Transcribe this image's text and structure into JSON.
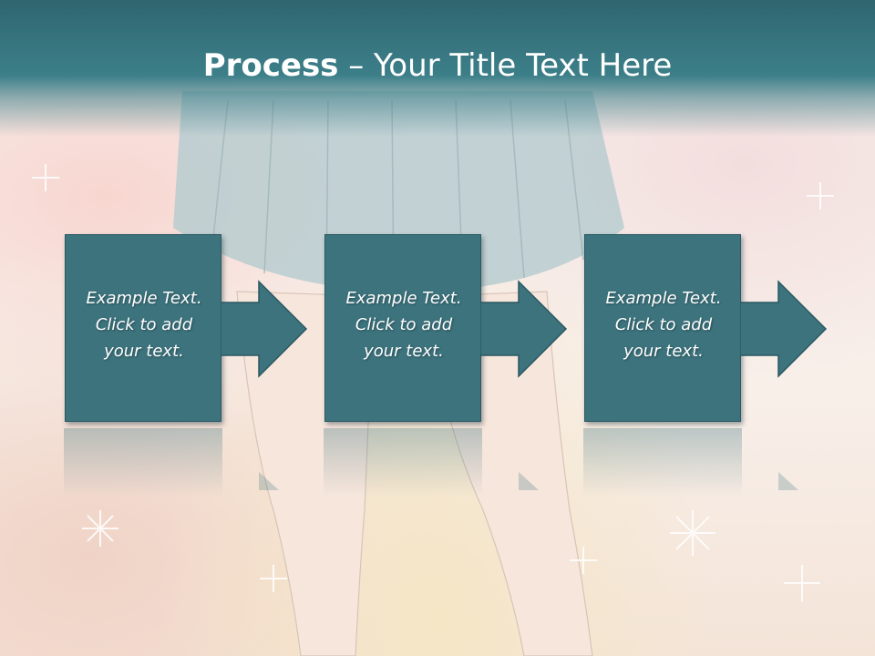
{
  "slide": {
    "title_bold": "Process",
    "title_rest": " – Your Title Text Here"
  },
  "steps": [
    {
      "lines": [
        "Example Text.",
        "Click  to add",
        "your text."
      ]
    },
    {
      "lines": [
        "Example Text.",
        "Click  to add",
        "your text."
      ]
    },
    {
      "lines": [
        "Example Text.",
        "Click  to add",
        "your text."
      ]
    }
  ],
  "colors": {
    "title_bar": "#3c7f89",
    "step_fill": "#3c737d",
    "step_border": "#2a5862",
    "text": "#ffffff"
  }
}
